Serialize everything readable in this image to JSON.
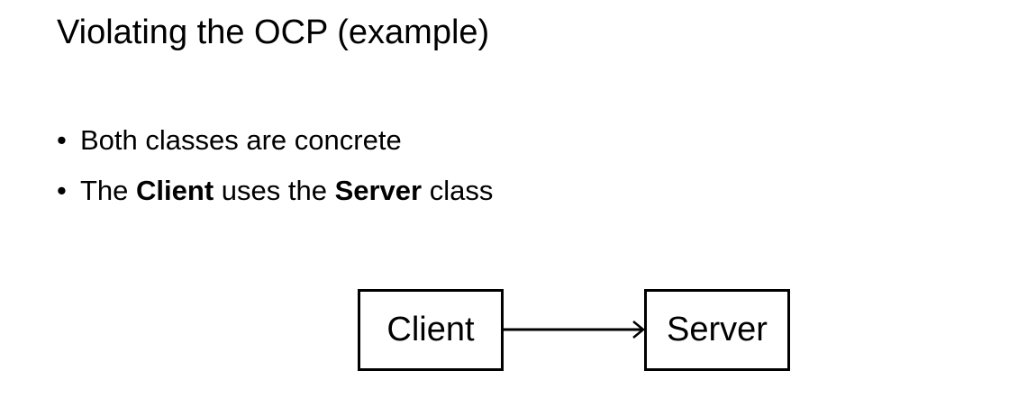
{
  "title": "Violating the OCP (example)",
  "bullets": [
    {
      "dot": "•",
      "text": "Both classes are concrete"
    },
    {
      "dot": "•",
      "prefix": "The ",
      "client": "Client",
      "middle": " uses the ",
      "server": "Server",
      "suffix": " class"
    }
  ],
  "diagram": {
    "client_label": "Client",
    "server_label": "Server",
    "relation": "uses"
  }
}
